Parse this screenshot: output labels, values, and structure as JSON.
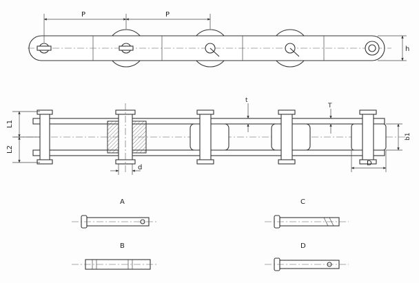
{
  "labels": {
    "pitch_1": "P",
    "pitch_2": "P",
    "height": "h",
    "plate_l1": "L1",
    "plate_l2": "L2",
    "pin_d": "d",
    "thickness": "t",
    "T": "T",
    "inner_width": "b1",
    "roller_d": "D",
    "pin_a": "A",
    "pin_b": "B",
    "pin_c": "C",
    "pin_d_type": "D"
  }
}
